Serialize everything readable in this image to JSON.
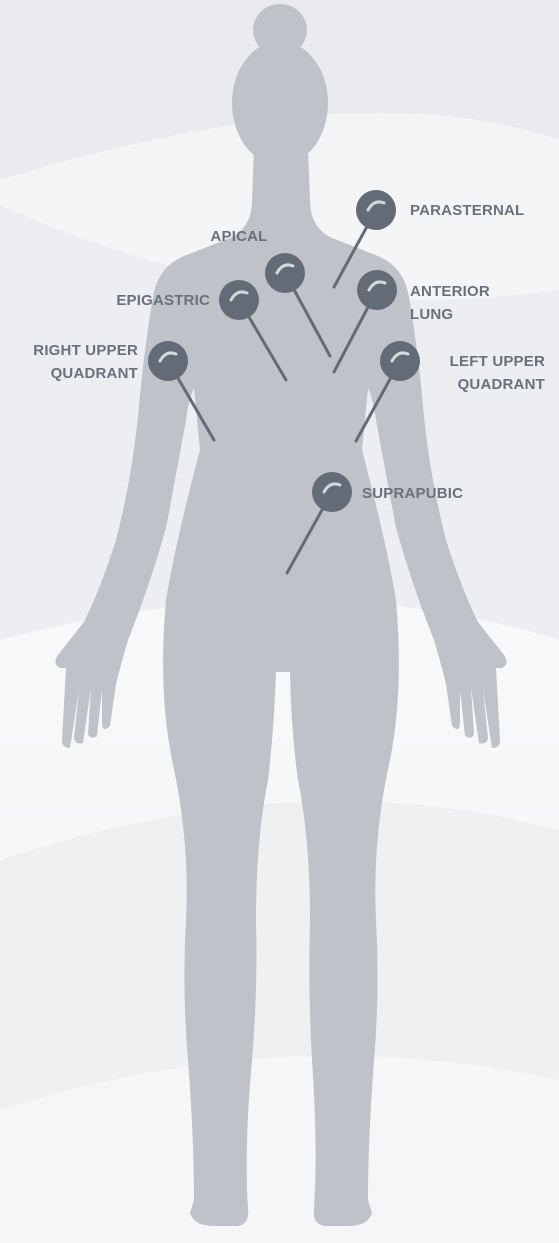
{
  "colors": {
    "body_silhouette": "#bfc3c9",
    "pin_head": "#636b76",
    "pin_needle": "#636b76",
    "pin_highlight": "#d4d8dd",
    "label_text": "#69717c",
    "background_light": "#ffffff",
    "background_shade": "#eceef1"
  },
  "figure": {
    "subject": "standing-female-silhouette",
    "icon": "human-body-icon"
  },
  "pins": [
    {
      "id": "parasternal",
      "label_lines": [
        "PARASTERNAL"
      ]
    },
    {
      "id": "apical",
      "label_lines": [
        "APICAL"
      ]
    },
    {
      "id": "anterior-lung",
      "label_lines": [
        "ANTERIOR",
        "LUNG"
      ]
    },
    {
      "id": "epigastric",
      "label_lines": [
        "EPIGASTRIC"
      ]
    },
    {
      "id": "right-upper-quadrant",
      "label_lines": [
        "RIGHT UPPER",
        "QUADRANT"
      ]
    },
    {
      "id": "left-upper-quadrant",
      "label_lines": [
        "LEFT UPPER",
        "QUADRANT"
      ]
    },
    {
      "id": "suprapubic",
      "label_lines": [
        "SUPRAPUBIC"
      ]
    }
  ]
}
